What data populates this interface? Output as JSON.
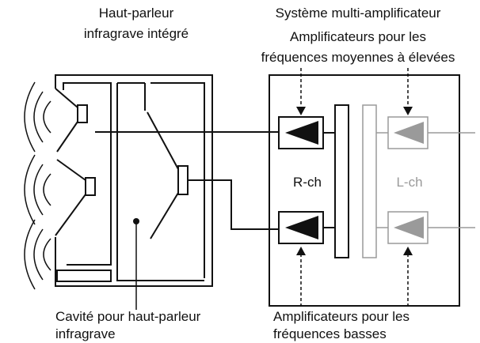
{
  "subwoofer_label": {
    "line1": "Haut-parleur",
    "line2": "infragrave intégré"
  },
  "amp_system_label": "Système multi-amplificateur",
  "mid_high_amp_label": {
    "line1": "Amplificateurs pour les",
    "line2": "fréquences moyennes à élevées"
  },
  "channel_right": "R-ch",
  "channel_left": "L-ch",
  "cavity_label": {
    "line1": "Cavité pour haut-parleur",
    "line2": "infragrave"
  },
  "bass_amp_label": {
    "line1": "Amplificateurs pour les",
    "line2": "fréquences basses"
  },
  "colors": {
    "ink": "#111111",
    "faded": "#9a9a9a"
  }
}
